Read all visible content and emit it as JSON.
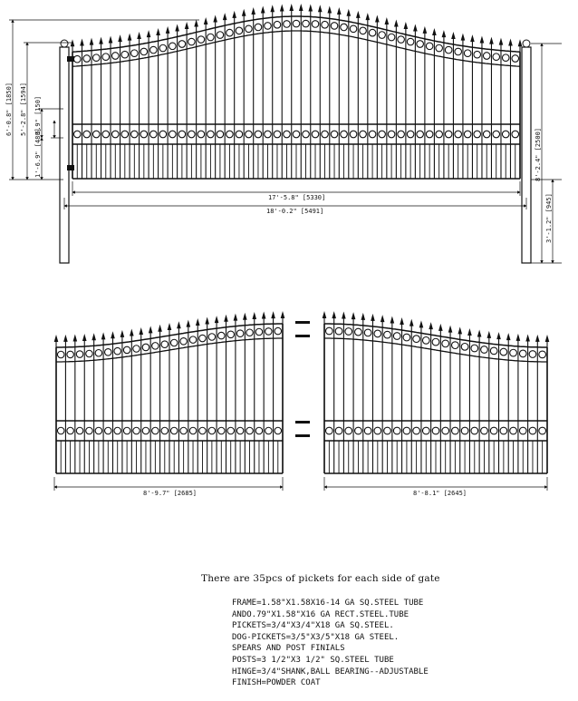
{
  "top_gate": {
    "dims": {
      "overall_height": "6'-0.8\" [1850]",
      "gate_height": "5'-2.8\" [1594]",
      "top_gap": "5.9\" [150]",
      "ground_clearance": "1'-6.9\" [480]",
      "opening_width": "17'-5.8\" [5330]",
      "post_span": "18'-0.2\" [5491]",
      "post_height": "8'-2.4\" [2500]",
      "post_embed": "3'-1.2\" [945]"
    }
  },
  "left_leaf": {
    "width": "8'-9.7\" [2685]"
  },
  "right_leaf": {
    "width": "8'-8.1\" [2645]"
  },
  "summary": "There are 35pcs of pickets for each side of gate",
  "specs": [
    "FRAME=1.58\"X1.58X16-14 GA SQ.STEEL TUBE",
    "ANDO.79\"X1.58\"X16 GA RECT.STEEL.TUBE",
    "PICKETS=3/4\"X3/4\"X18 GA SQ.STEEL.",
    "DOG-PICKETS=3/5\"X3/5\"X18 GA STEEL.",
    "SPEARS AND POST FINIALS",
    "POSTS=3 1/2\"X3 1/2\" SQ.STEEL TUBE",
    "HINGE=3/4\"SHANK,BALL BEARING--ADJUSTABLE",
    "FINISH=POWDER COAT"
  ]
}
